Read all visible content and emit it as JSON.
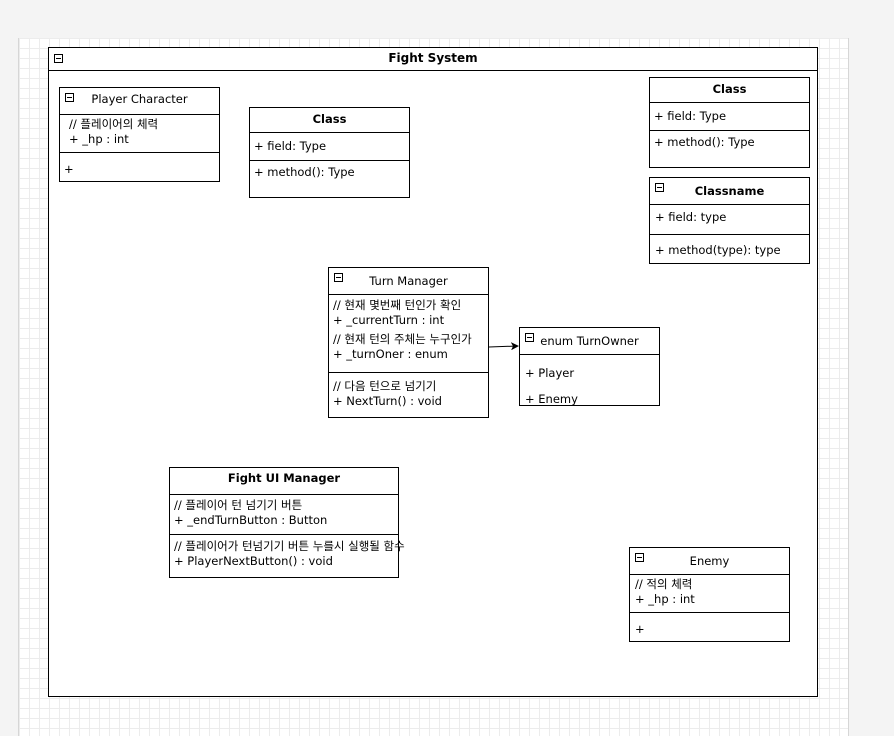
{
  "frame": {
    "title": "Fight System"
  },
  "classes": {
    "player_character": {
      "name": "Player Character",
      "attributes": [
        "// 플레이어의 체력",
        "+ _hp : int"
      ],
      "methods": [
        "+"
      ]
    },
    "class_a": {
      "name": "Class",
      "attributes": [
        "+ field: Type"
      ],
      "methods": [
        "+ method(): Type"
      ]
    },
    "class_b": {
      "name": "Class",
      "attributes": [
        "+ field: Type"
      ],
      "methods": [
        "+ method(): Type"
      ]
    },
    "classname": {
      "name": "Classname",
      "attributes": [
        "+ field: type"
      ],
      "methods": [
        "+ method(type): type"
      ]
    },
    "turn_manager": {
      "name": "Turn Manager",
      "attributes": [
        "// 현재 몇번째 턴인가 확인",
        "+ _currentTurn : int",
        "// 현재 턴의 주체는 누구인가",
        "+ _turnOner : enum"
      ],
      "methods": [
        "// 다음 턴으로 넘기기",
        "+ NextTurn() : void"
      ]
    },
    "enum_turn_owner": {
      "name": "enum TurnOwner",
      "values": [
        "+ Player",
        "+ Enemy"
      ]
    },
    "fight_ui_manager": {
      "name": "Fight UI Manager",
      "attributes": [
        "// 플레이어 턴 넘기기 버튼",
        "+ _endTurnButton : Button"
      ],
      "methods": [
        "// 플레이어가 턴넘기기 버튼 누를시 실행될 함수",
        "+ PlayerNextButton() : void"
      ]
    },
    "enemy": {
      "name": "Enemy",
      "attributes": [
        "// 적의 체력",
        "+ _hp : int"
      ],
      "methods": [
        "+"
      ]
    }
  }
}
